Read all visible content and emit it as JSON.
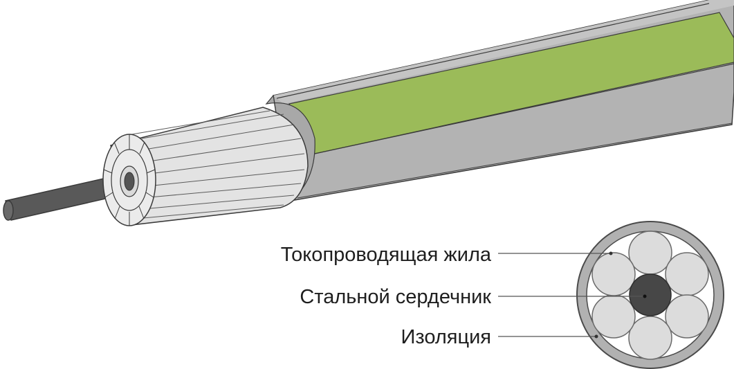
{
  "labels": {
    "conductor": "Токопроводящая жила",
    "core": "Стальной сердечник",
    "insulation": "Изоляция"
  },
  "colors": {
    "insulation_gray": "#b1b1b1",
    "stripe_green": "#9bbb59",
    "strand_light": "#e3e3e3",
    "steel_dark": "#505050",
    "outline": "#3a3a3a"
  }
}
